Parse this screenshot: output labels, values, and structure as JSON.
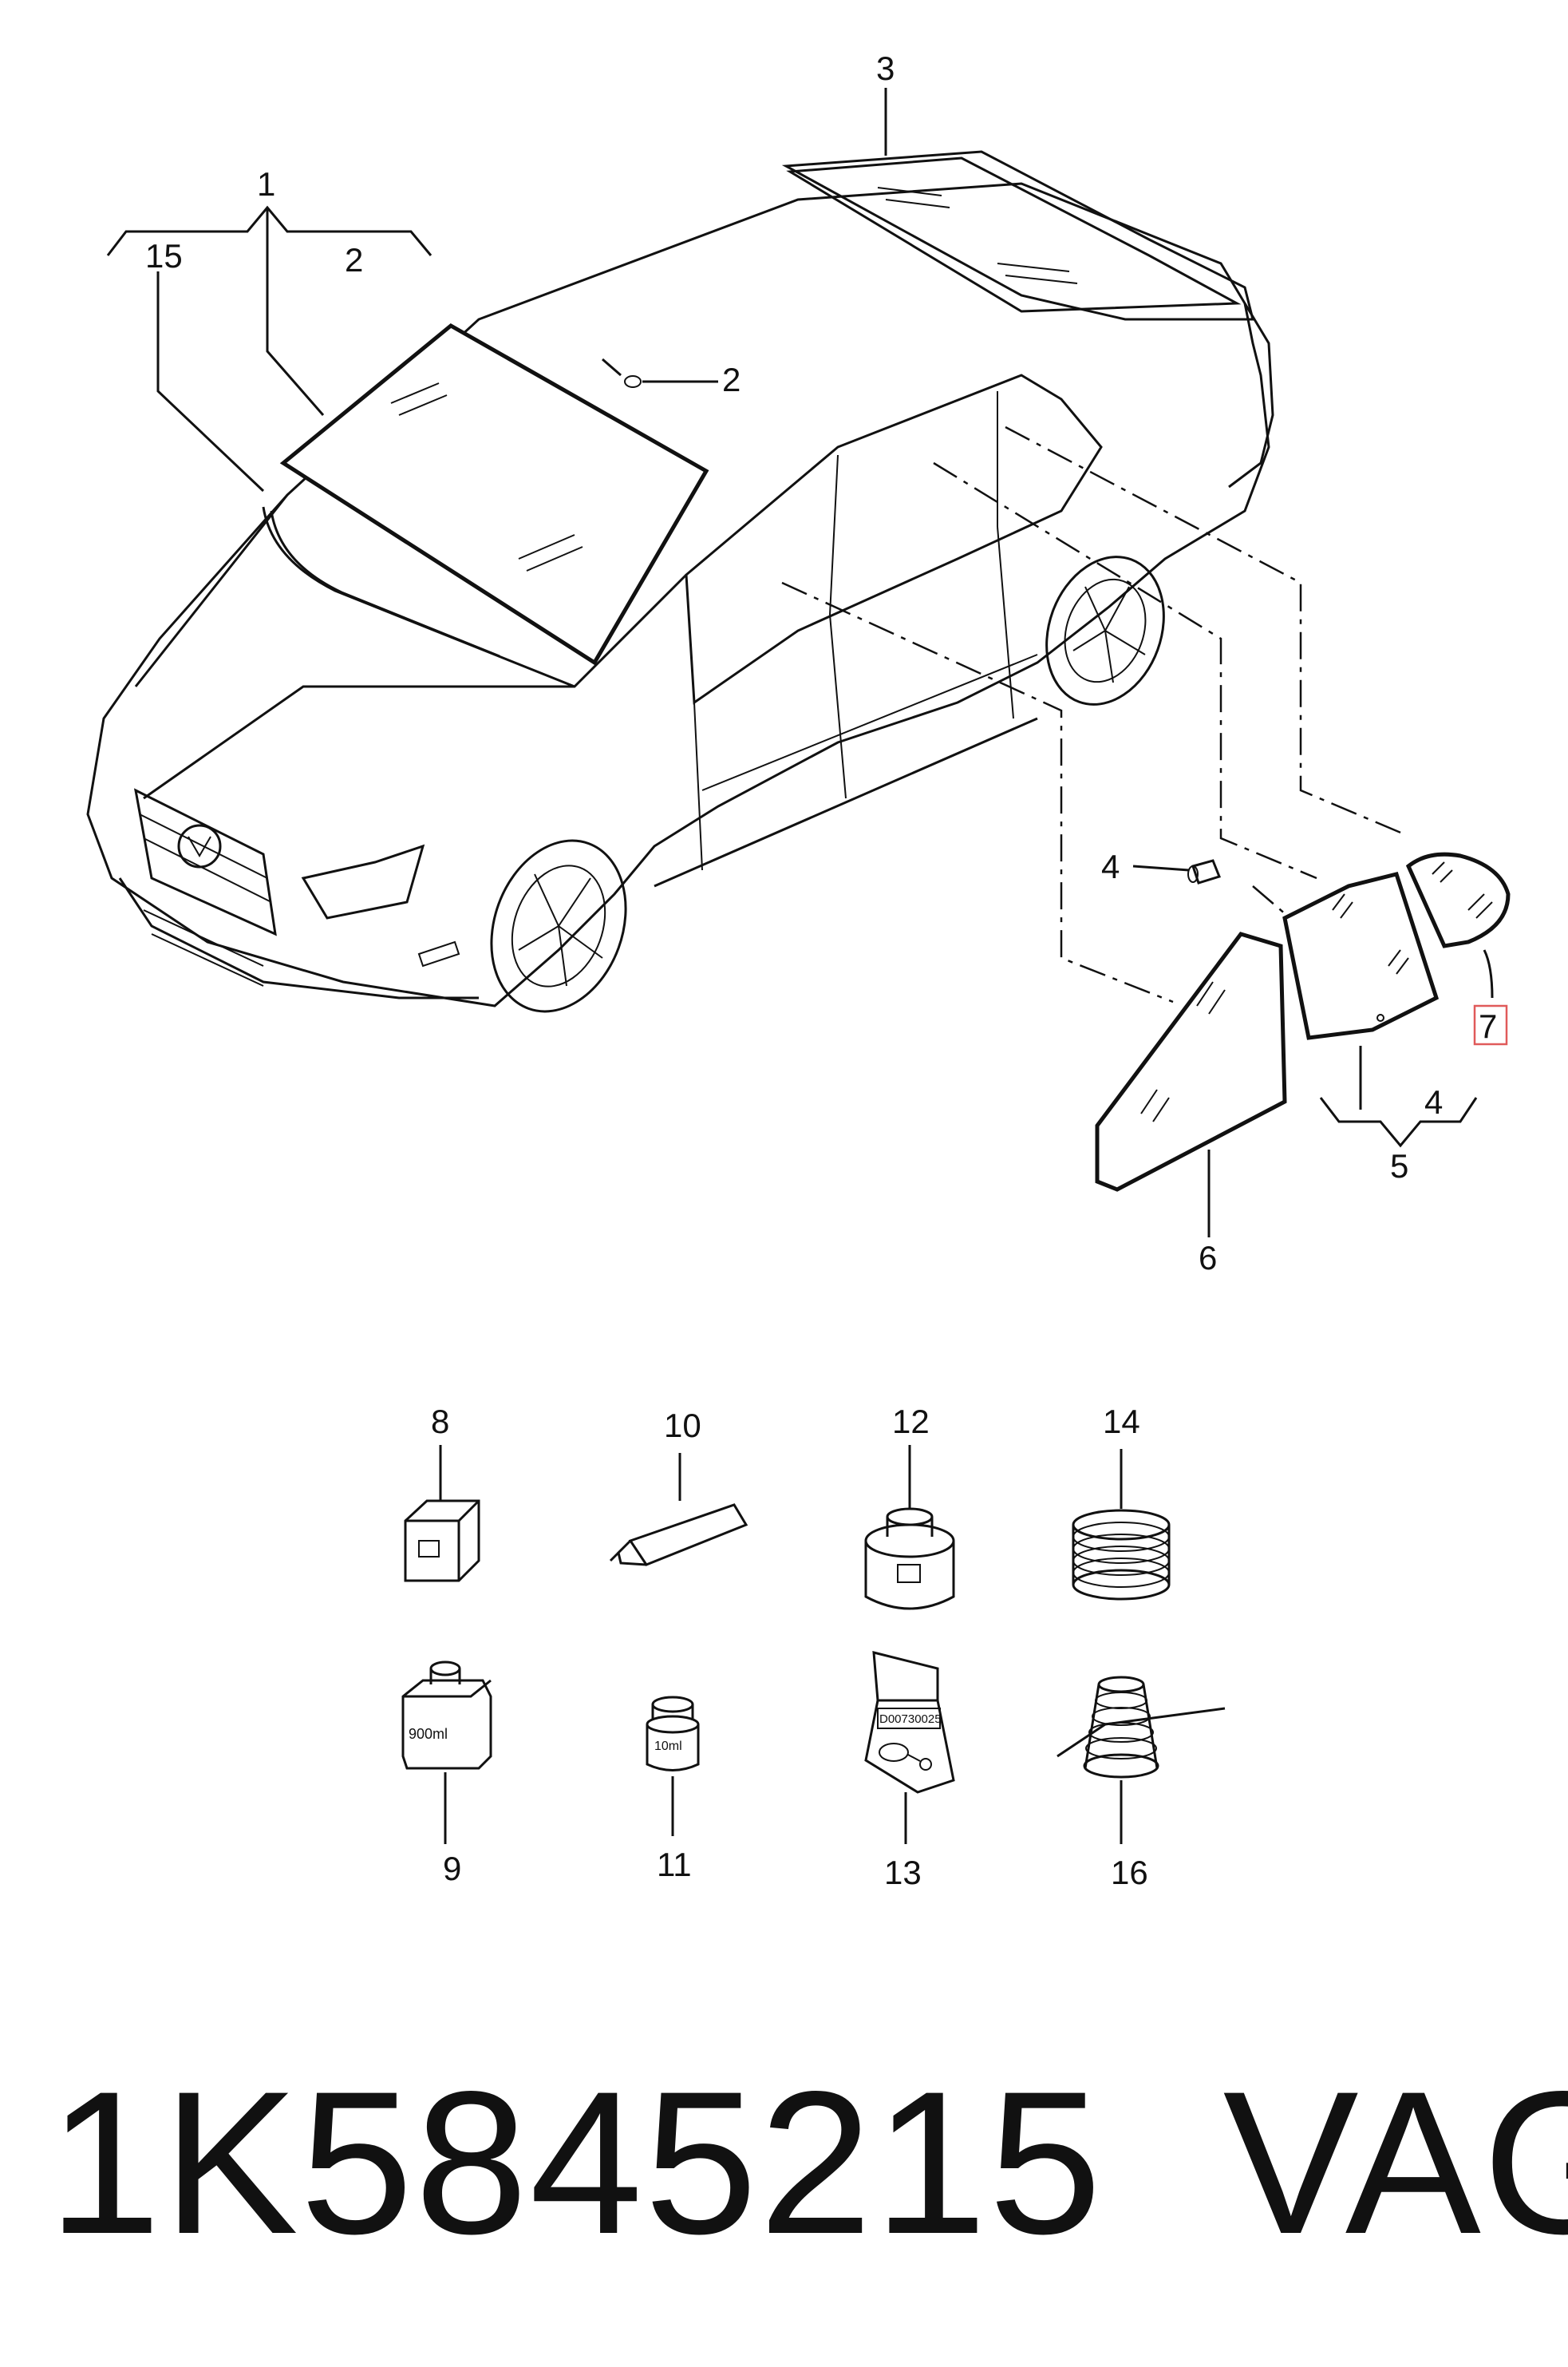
{
  "callouts": {
    "n1": "1",
    "n2a": "2",
    "n2b": "2",
    "n3": "3",
    "n4a": "4",
    "n4b": "4",
    "n5": "5",
    "n6": "6",
    "n7": "7",
    "n8": "8",
    "n9": "9",
    "n10": "10",
    "n11": "11",
    "n12": "12",
    "n13": "13",
    "n14": "14",
    "n15": "15",
    "n16": "16"
  },
  "product_labels": {
    "bottle_volume": "900ml",
    "vial_volume": "10ml",
    "packet_code": "D00730025"
  },
  "footer": {
    "part_number": "1K5845215",
    "brand": "VAG"
  },
  "colors": {
    "line": "#111111",
    "highlight_box": "#e05a5a",
    "background": "#ffffff"
  }
}
